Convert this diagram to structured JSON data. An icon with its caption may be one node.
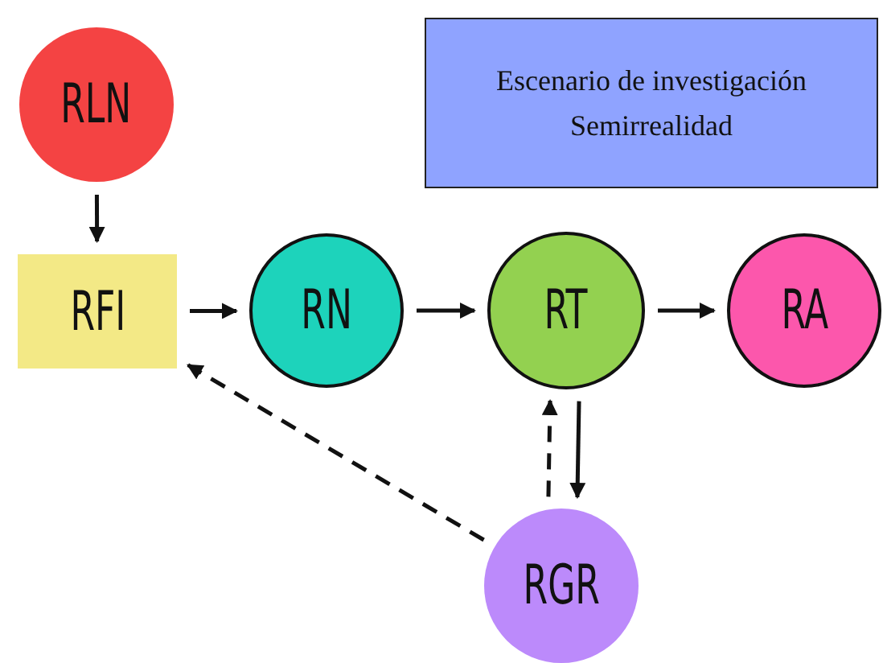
{
  "diagram": {
    "nodes": [
      {
        "text": [
          "RLN"
        ]
      },
      {
        "text": [
          "Escenario de investigación",
          "Semirrealidad"
        ]
      },
      {
        "text": [
          "RFI"
        ]
      },
      {
        "text": [
          "RN"
        ]
      },
      {
        "text": [
          "RT"
        ]
      },
      {
        "text": [
          "RA"
        ]
      },
      {
        "text": [
          "RGR"
        ]
      }
    ],
    "edges": [
      {
        "from": 0,
        "to": 2,
        "arrow": "to"
      },
      {
        "from": 2,
        "to": 3,
        "arrow": "to"
      },
      {
        "from": 3,
        "to": 4,
        "arrow": "to"
      },
      {
        "from": 4,
        "to": 5,
        "arrow": "to"
      },
      {
        "from": 4,
        "to": 6,
        "arrow": "to"
      },
      {
        "from": 6,
        "to": 4,
        "arrow": "to",
        "style": "dashed"
      },
      {
        "from": 6,
        "to": 2,
        "arrow": "to",
        "style": "dashed"
      }
    ]
  }
}
